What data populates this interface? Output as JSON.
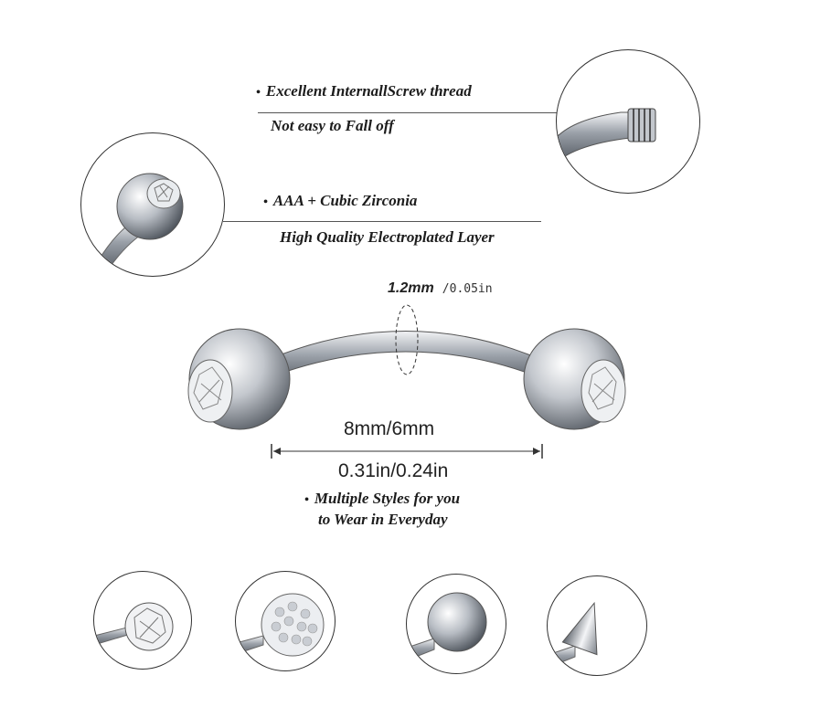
{
  "features": {
    "thread_title": "Excellent InternallScrew thread",
    "thread_sub": "Not easy to Fall off",
    "zirconia_title": "AAA + Cubic Zirconia",
    "zirconia_sub": "High Quality Electroplated Layer",
    "styles_line1": "Multiple Styles for you",
    "styles_line2": "to Wear in Everyday"
  },
  "dimensions": {
    "gauge_mm": "1.2mm",
    "gauge_in": "/0.05in",
    "length_mm": "8mm/6mm",
    "length_in": "0.31in/0.24in"
  },
  "styles": [
    "cubic-zirconia-ball",
    "crystal-pave-ball",
    "plain-ball",
    "spike-cone"
  ],
  "colors": {
    "steel": "#c9ccd1",
    "outline": "#333333"
  }
}
